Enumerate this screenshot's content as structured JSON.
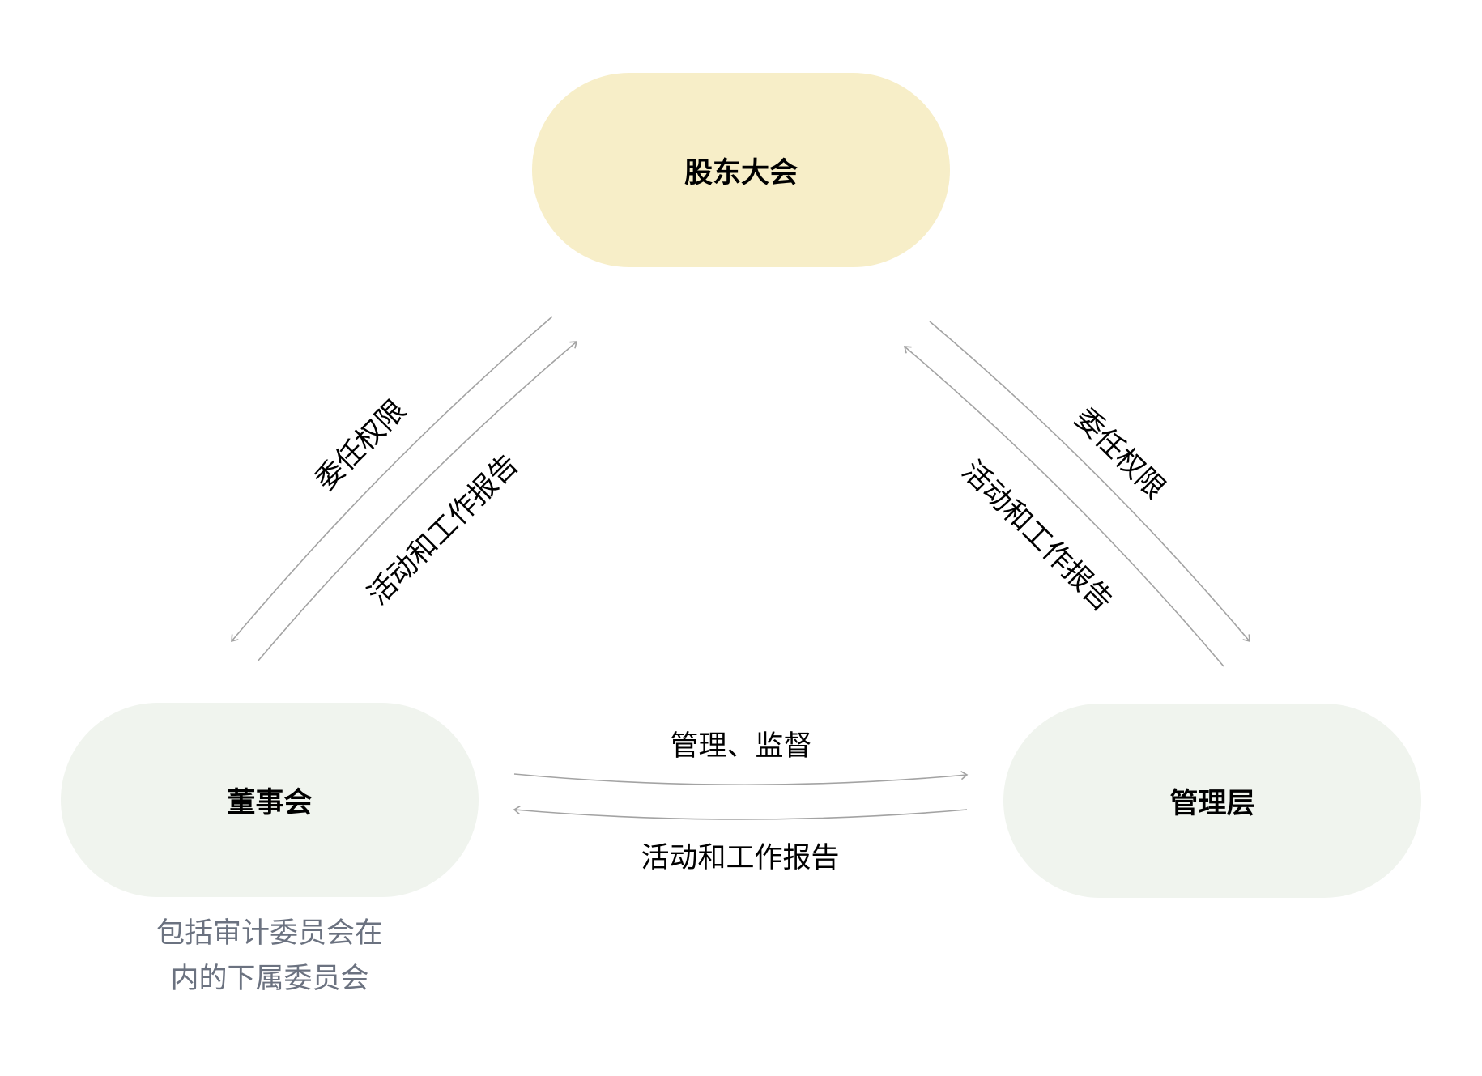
{
  "diagram": {
    "nodes": {
      "shareholders": {
        "label": "股东大会",
        "color": "#F7EEC8"
      },
      "board": {
        "label": "董事会",
        "color": "#F0F4EE",
        "caption_line1": "包括审计委员会在",
        "caption_line2": "内的下属委员会"
      },
      "management": {
        "label": "管理层",
        "color": "#F0F4EE"
      }
    },
    "edges": {
      "shareholders_to_board": {
        "label": "委任权限"
      },
      "board_to_shareholders": {
        "label": "活动和工作报告"
      },
      "shareholders_to_management": {
        "label": "委任权限"
      },
      "management_to_shareholders": {
        "label": "活动和工作报告"
      },
      "board_to_management": {
        "label": "管理、监督"
      },
      "management_to_board": {
        "label": "活动和工作报告"
      }
    },
    "arrow_color": "#A3A3A3",
    "caption_color": "#6B7280"
  }
}
